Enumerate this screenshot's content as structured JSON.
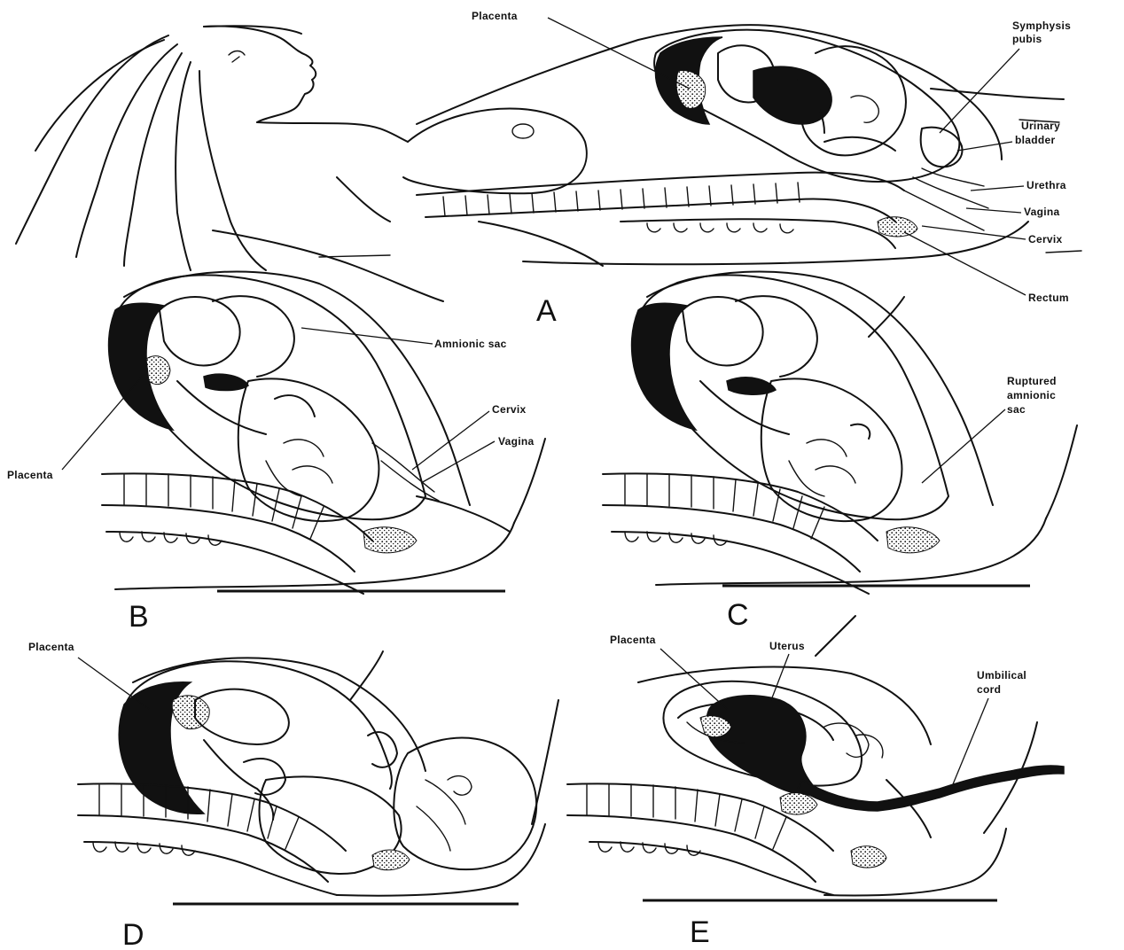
{
  "figure": {
    "panels": [
      {
        "id": "A",
        "letter": "A",
        "labels": {
          "placenta": "Placenta",
          "symphysis_pubis_1": "Symphysis",
          "symphysis_pubis_2": "pubis",
          "urinary_bladder_1": "Urinary",
          "urinary_bladder_2": "bladder",
          "urethra": "Urethra",
          "vagina": "Vagina",
          "cervix": "Cervix",
          "rectum": "Rectum"
        }
      },
      {
        "id": "B",
        "letter": "B",
        "labels": {
          "amnionic_sac": "Amnionic sac",
          "cervix": "Cervix",
          "vagina": "Vagina",
          "placenta": "Placenta"
        }
      },
      {
        "id": "C",
        "letter": "C",
        "labels": {
          "ruptured_1": "Ruptured",
          "ruptured_2": "amnionic",
          "ruptured_3": "sac"
        }
      },
      {
        "id": "D",
        "letter": "D",
        "labels": {
          "placenta": "Placenta"
        }
      },
      {
        "id": "E",
        "letter": "E",
        "labels": {
          "placenta": "Placenta",
          "uterus": "Uterus",
          "umbilical_cord_1": "Umbilical",
          "umbilical_cord_2": "cord"
        }
      }
    ]
  }
}
